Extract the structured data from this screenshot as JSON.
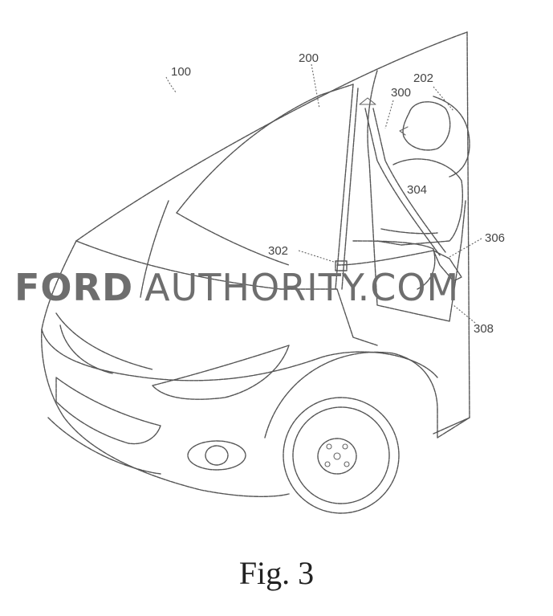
{
  "watermark": {
    "brand_bold": "FORD",
    "brand_rest": "AUTHORITY.COM"
  },
  "figure": {
    "caption": "Fig. 3",
    "reference_numerals": {
      "vehicle": "100",
      "windshield": "200",
      "pillar": "202",
      "occupant": "300",
      "lap_belt": "302",
      "shoulder_belt": "304",
      "buckle": "306",
      "seat": "308"
    }
  }
}
